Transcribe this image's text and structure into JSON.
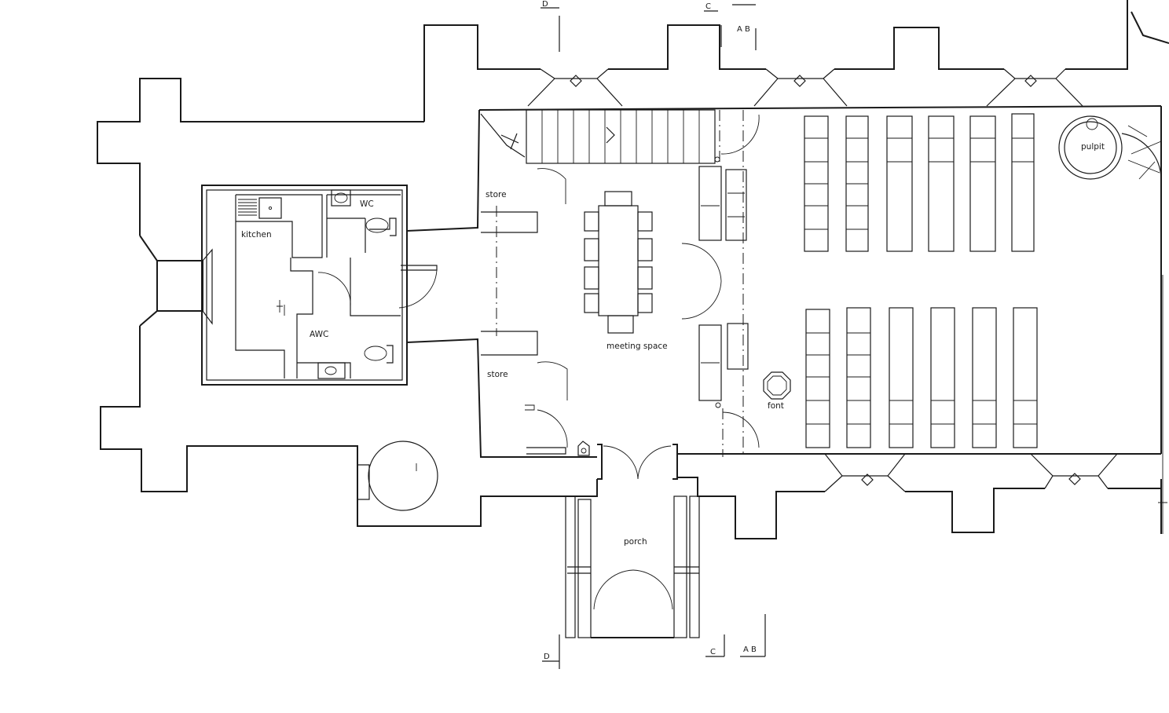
{
  "rooms": {
    "kitchen": "kitchen",
    "wc": "WC",
    "awc": "AWC",
    "store_upper": "store",
    "store_lower": "store",
    "meeting": "meeting space",
    "pulpit": "pulpit",
    "font": "font",
    "porch": "porch"
  },
  "section_markers": {
    "top_d": "D",
    "top_c": "C",
    "top_ab": "A B",
    "bottom_d": "D",
    "bottom_c": "C",
    "bottom_ab": "A B"
  },
  "colors": {
    "ink": "#1a1a1a",
    "paper": "#ffffff"
  }
}
